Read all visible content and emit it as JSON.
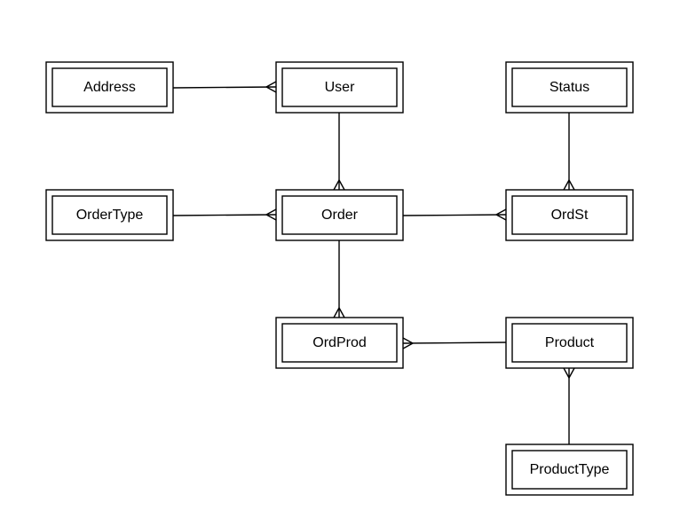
{
  "diagram": {
    "entities": [
      {
        "id": "address",
        "label": "Address"
      },
      {
        "id": "user",
        "label": "User"
      },
      {
        "id": "status",
        "label": "Status"
      },
      {
        "id": "ordertype",
        "label": "OrderType"
      },
      {
        "id": "order",
        "label": "Order"
      },
      {
        "id": "ordst",
        "label": "OrdSt"
      },
      {
        "id": "ordprod",
        "label": "OrdProd"
      },
      {
        "id": "product",
        "label": "Product"
      },
      {
        "id": "producttype",
        "label": "ProductType"
      }
    ],
    "relationships": [
      {
        "from": "address",
        "to": "user",
        "from_end": "one",
        "to_end": "many"
      },
      {
        "from": "user",
        "to": "order",
        "from_end": "one",
        "to_end": "many"
      },
      {
        "from": "status",
        "to": "ordst",
        "from_end": "one",
        "to_end": "many"
      },
      {
        "from": "ordertype",
        "to": "order",
        "from_end": "one",
        "to_end": "many"
      },
      {
        "from": "order",
        "to": "ordst",
        "from_end": "one",
        "to_end": "many"
      },
      {
        "from": "order",
        "to": "ordprod",
        "from_end": "one",
        "to_end": "many"
      },
      {
        "from": "product",
        "to": "ordprod",
        "from_end": "one",
        "to_end": "many"
      },
      {
        "from": "producttype",
        "to": "product",
        "from_end": "one",
        "to_end": "many"
      }
    ],
    "colors": {
      "stroke": "#000000",
      "fill": "#ffffff",
      "text": "#000000"
    }
  }
}
